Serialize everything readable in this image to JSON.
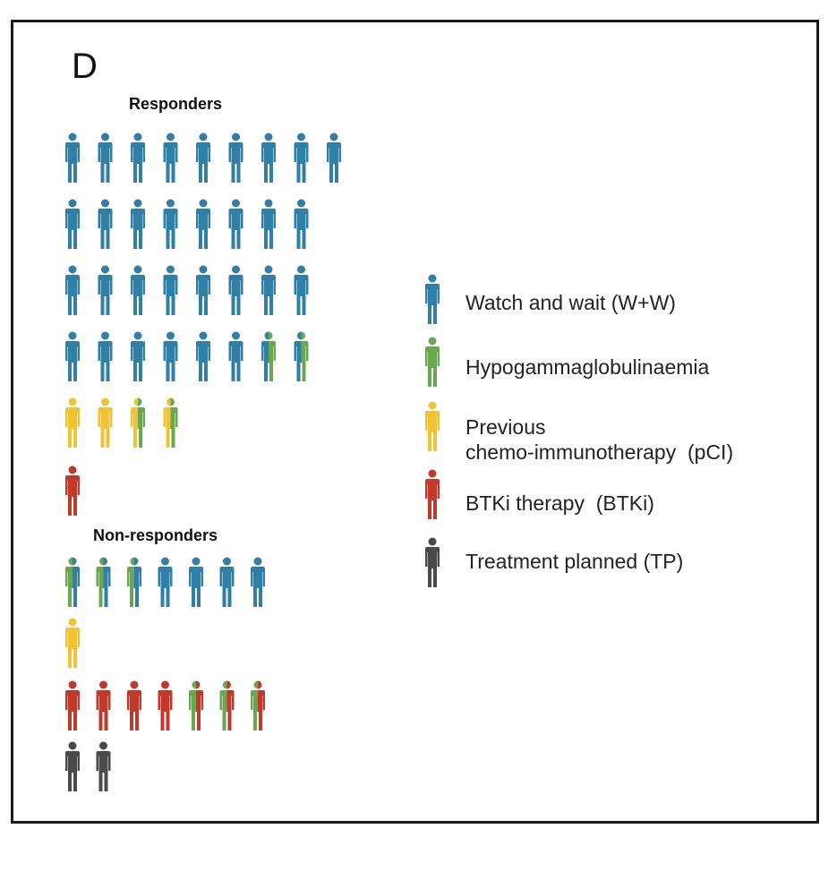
{
  "panel_letter": "D",
  "groups": {
    "responders": {
      "title": "Responders",
      "rows": [
        [
          "WW",
          "WW",
          "WW",
          "WW",
          "WW",
          "WW",
          "WW",
          "WW",
          "WW"
        ],
        [
          "WW",
          "WW",
          "WW",
          "WW",
          "WW",
          "WW",
          "WW",
          "WW"
        ],
        [
          "WW",
          "WW",
          "WW",
          "WW",
          "WW",
          "WW",
          "WW",
          "WW"
        ],
        [
          "WW",
          "WW",
          "WW",
          "WW",
          "WW",
          "WW",
          "WW+HYPO",
          "WW+HYPO"
        ],
        [
          "PCI",
          "PCI",
          "PCI+HYPO",
          "PCI+HYPO"
        ],
        [
          "BTKI"
        ]
      ]
    },
    "non_responders": {
      "title": "Non-responders",
      "rows": [
        [
          "HYPO+WW",
          "HYPO+WW",
          "HYPO+WW",
          "WW",
          "WW",
          "WW",
          "WW"
        ],
        [
          "PCI"
        ],
        [
          "BTKI",
          "BTKI",
          "BTKI",
          "BTKI",
          "HYPO+BTKI",
          "HYPO+BTKI",
          "HYPO+BTKI"
        ],
        [
          "TP",
          "TP"
        ]
      ]
    }
  },
  "legend": [
    {
      "key": "WW",
      "label": "Watch and wait (W+W)",
      "icon": "person-icon-blue"
    },
    {
      "key": "HYPO",
      "label": "Hypogammaglobulinaemia",
      "icon": "person-icon-green"
    },
    {
      "key": "PCI",
      "label": "Previous\nchemo-immunotherapy  (pCI)",
      "icon": "person-icon-yellow"
    },
    {
      "key": "BTKI",
      "label": "BTKi therapy  (BTKi)",
      "icon": "person-icon-red"
    },
    {
      "key": "TP",
      "label": "Treatment planned (TP)",
      "icon": "person-icon-dark-grey"
    }
  ],
  "colors": {
    "WW": "#2f7fa6",
    "HYPO": "#6aa84f",
    "PCI": "#f1c232",
    "BTKI": "#c0392b",
    "TP": "#4a4a4a",
    "frame": "#1a1a1a"
  }
}
